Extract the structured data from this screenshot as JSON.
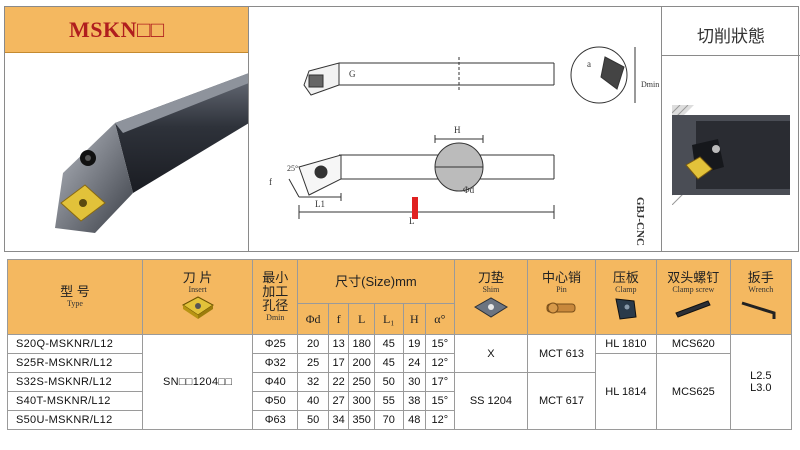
{
  "header": {
    "title": "MSKN□□",
    "state_title": "切削狀態"
  },
  "drawing": {
    "labels": {
      "G": "G",
      "a": "a",
      "dmin": "Dmin",
      "H": "H",
      "f": "f",
      "angle": "25°",
      "L1": "L1",
      "L": "L",
      "phid": "Φd"
    },
    "watermark": "GBJ-CNC"
  },
  "table": {
    "headers": {
      "type_cn": "型 号",
      "type_en": "Type",
      "insert_cn": "刀 片",
      "insert_en": "Insert",
      "minbore_l1": "最小",
      "minbore_l2": "加工",
      "minbore_l3": "孔径",
      "minbore_en": "Dmin",
      "size_label": "尺寸(Size)mm",
      "shim_cn": "刀垫",
      "shim_en": "Shim",
      "pin_cn": "中心销",
      "pin_en": "Pin",
      "clamp_cn": "压板",
      "clamp_en": "Clamp",
      "clampscrew_cn": "双头螺钉",
      "clampscrew_en": "Clamp screw",
      "wrench_cn": "扳手",
      "wrench_en": "Wrench"
    },
    "size_cols": [
      "Φd",
      "f",
      "L",
      "L₁",
      "H",
      "α°"
    ],
    "insert_code": "SN□□1204□□",
    "rows": [
      {
        "type": "S20Q-MSKNR/L12",
        "dmin": "Φ25",
        "d": "20",
        "f": "13",
        "L": "180",
        "L1": "45",
        "H": "19",
        "alpha": "15°"
      },
      {
        "type": "S25R-MSKNR/L12",
        "dmin": "Φ32",
        "d": "25",
        "f": "17",
        "L": "200",
        "L1": "45",
        "H": "24",
        "alpha": "12°"
      },
      {
        "type": "S32S-MSKNR/L12",
        "dmin": "Φ40",
        "d": "32",
        "f": "22",
        "L": "250",
        "L1": "50",
        "H": "30",
        "alpha": "17°"
      },
      {
        "type": "S40T-MSKNR/L12",
        "dmin": "Φ50",
        "d": "40",
        "f": "27",
        "L": "300",
        "L1": "55",
        "H": "38",
        "alpha": "15°"
      },
      {
        "type": "S50U-MSKNR/L12",
        "dmin": "Φ63",
        "d": "50",
        "f": "34",
        "L": "350",
        "L1": "70",
        "H": "48",
        "alpha": "12°"
      }
    ],
    "shim": [
      "X",
      "SS 1204"
    ],
    "pin": [
      "MCT 613",
      "MCT 617"
    ],
    "clamp": [
      "HL 1810",
      "HL 1814"
    ],
    "clamp_screw": [
      "MCS620",
      "MCS625"
    ],
    "wrench": [
      "L2.5",
      "L3.0"
    ]
  },
  "colors": {
    "header_orange": "#f4b860",
    "title_red": "#b01e1e",
    "grid": "#9a9a9a"
  }
}
